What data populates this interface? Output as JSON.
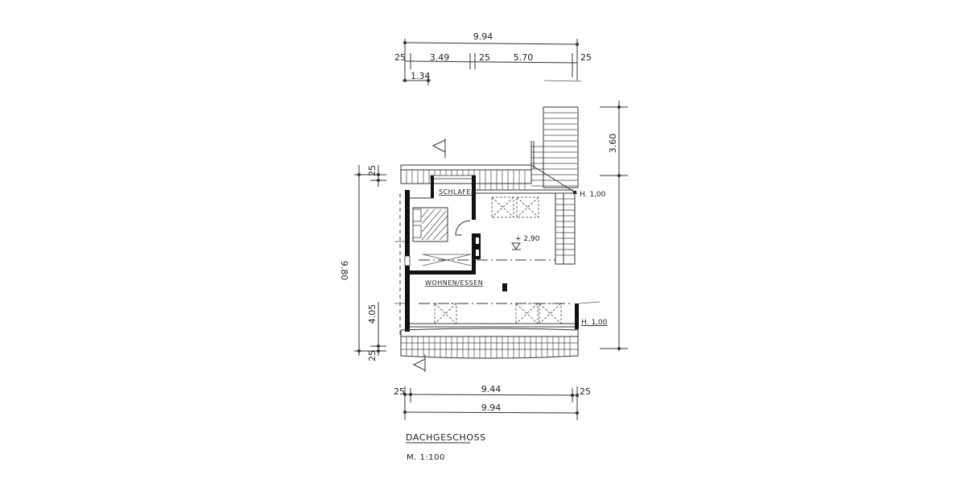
{
  "drawing": {
    "title": "DACHGESCHOSS",
    "scale": "M. 1:100",
    "rooms": {
      "bedroom": "SCHLAFEN",
      "living": "WOHNEN/ESSEN"
    },
    "level_marker": "+ 2,90",
    "sill_heights": {
      "top_right": "H. 1,00",
      "bottom_right": "H. 1,00"
    },
    "dimensions": {
      "top": {
        "overall": "9.94",
        "segments": [
          "25",
          "3.49",
          "25",
          "5.70",
          "25"
        ],
        "sub": "1.34"
      },
      "bottom": {
        "inner": "9.44",
        "overall": "9.94",
        "left_wall": "25",
        "right_wall": "25"
      },
      "left": {
        "overall": "9.80",
        "top_wall": "25",
        "lower_segment": "4.05",
        "bottom_wall": "25"
      },
      "right": {
        "upper_segment": "3.60"
      }
    },
    "colors": {
      "ink": "#222222",
      "wall": "#111111",
      "paper": "#ffffff"
    }
  }
}
